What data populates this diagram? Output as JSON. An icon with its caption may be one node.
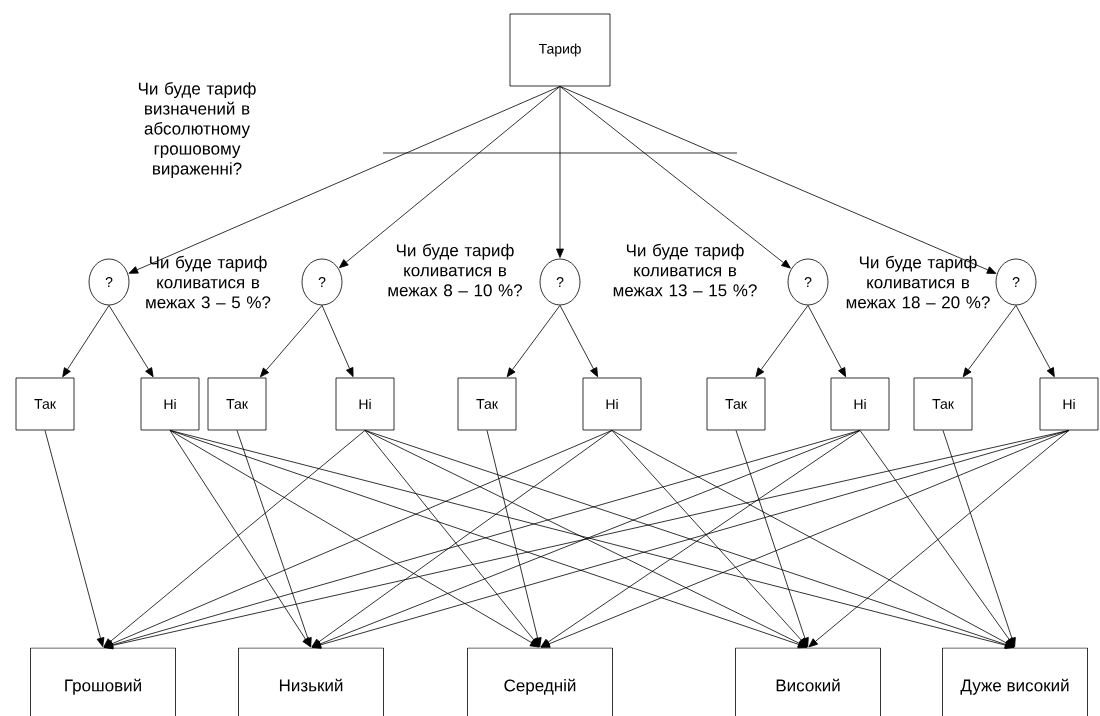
{
  "diagram": {
    "nodes": [
      {
        "text": [
          "Тариф"
        ]
      },
      {
        "text": [
          "?"
        ]
      },
      {
        "text": [
          "?"
        ]
      },
      {
        "text": [
          "?"
        ]
      },
      {
        "text": [
          "?"
        ]
      },
      {
        "text": [
          "?"
        ]
      },
      {
        "text": [
          "Так"
        ]
      },
      {
        "text": [
          "Ні"
        ]
      },
      {
        "text": [
          "Так"
        ]
      },
      {
        "text": [
          "Ні"
        ]
      },
      {
        "text": [
          "Так"
        ]
      },
      {
        "text": [
          "Ні"
        ]
      },
      {
        "text": [
          "Так"
        ]
      },
      {
        "text": [
          "Ні"
        ]
      },
      {
        "text": [
          "Так"
        ]
      },
      {
        "text": [
          "Ні"
        ]
      },
      {
        "text": [
          "Грошовий"
        ]
      },
      {
        "text": [
          "Низький"
        ]
      },
      {
        "text": [
          "Середній"
        ]
      },
      {
        "text": [
          "Високий"
        ]
      },
      {
        "text": [
          "Дуже високий"
        ]
      }
    ],
    "edges": [
      {
        "from": 0,
        "to": 1,
        "arrow": "to"
      },
      {
        "from": 0,
        "to": 2,
        "arrow": "to"
      },
      {
        "from": 0,
        "to": 3,
        "arrow": "to"
      },
      {
        "from": 0,
        "to": 4,
        "arrow": "to"
      },
      {
        "from": 0,
        "to": 5,
        "arrow": "to"
      },
      {
        "from": 1,
        "to": 6,
        "arrow": "to"
      },
      {
        "from": 1,
        "to": 7,
        "arrow": "to"
      },
      {
        "from": 2,
        "to": 8,
        "arrow": "to"
      },
      {
        "from": 2,
        "to": 9,
        "arrow": "to"
      },
      {
        "from": 3,
        "to": 10,
        "arrow": "to"
      },
      {
        "from": 3,
        "to": 11,
        "arrow": "to"
      },
      {
        "from": 4,
        "to": 12,
        "arrow": "to"
      },
      {
        "from": 4,
        "to": 13,
        "arrow": "to"
      },
      {
        "from": 5,
        "to": 14,
        "arrow": "to"
      },
      {
        "from": 5,
        "to": 15,
        "arrow": "to"
      },
      {
        "from": 6,
        "to": 16,
        "arrow": "to"
      },
      {
        "from": 7,
        "to": 17,
        "arrow": "to"
      },
      {
        "from": 7,
        "to": 18,
        "arrow": "to"
      },
      {
        "from": 7,
        "to": 19,
        "arrow": "to"
      },
      {
        "from": 7,
        "to": 20,
        "arrow": "to"
      },
      {
        "from": 8,
        "to": 17,
        "arrow": "to"
      },
      {
        "from": 9,
        "to": 16,
        "arrow": "to"
      },
      {
        "from": 9,
        "to": 18,
        "arrow": "to"
      },
      {
        "from": 9,
        "to": 19,
        "arrow": "to"
      },
      {
        "from": 9,
        "to": 20,
        "arrow": "to"
      },
      {
        "from": 10,
        "to": 18,
        "arrow": "to"
      },
      {
        "from": 11,
        "to": 16,
        "arrow": "to"
      },
      {
        "from": 11,
        "to": 17,
        "arrow": "to"
      },
      {
        "from": 11,
        "to": 19,
        "arrow": "to"
      },
      {
        "from": 11,
        "to": 20,
        "arrow": "to"
      },
      {
        "from": 12,
        "to": 19,
        "arrow": "to"
      },
      {
        "from": 13,
        "to": 16,
        "arrow": "to"
      },
      {
        "from": 13,
        "to": 17,
        "arrow": "to"
      },
      {
        "from": 13,
        "to": 18,
        "arrow": "to"
      },
      {
        "from": 13,
        "to": 20,
        "arrow": "to"
      },
      {
        "from": 14,
        "to": 20,
        "arrow": "to"
      },
      {
        "from": 15,
        "to": 16,
        "arrow": "to"
      },
      {
        "from": 15,
        "to": 17,
        "arrow": "to"
      },
      {
        "from": 15,
        "to": 18,
        "arrow": "to"
      },
      {
        "from": 15,
        "to": 19,
        "arrow": "to"
      }
    ],
    "labels": [
      "Чи буде тариф визначений в абсолютному грошовому вираженні?",
      "Чи буде тариф коливатися в межах 3 – 5 %?",
      "Чи буде тариф коливатися в межах 8 – 10 %?",
      "Чи буде тариф коливатися в межах 13 – 15 %?",
      "Чи буде тариф коливатися в межах 18 – 20 %?"
    ]
  }
}
